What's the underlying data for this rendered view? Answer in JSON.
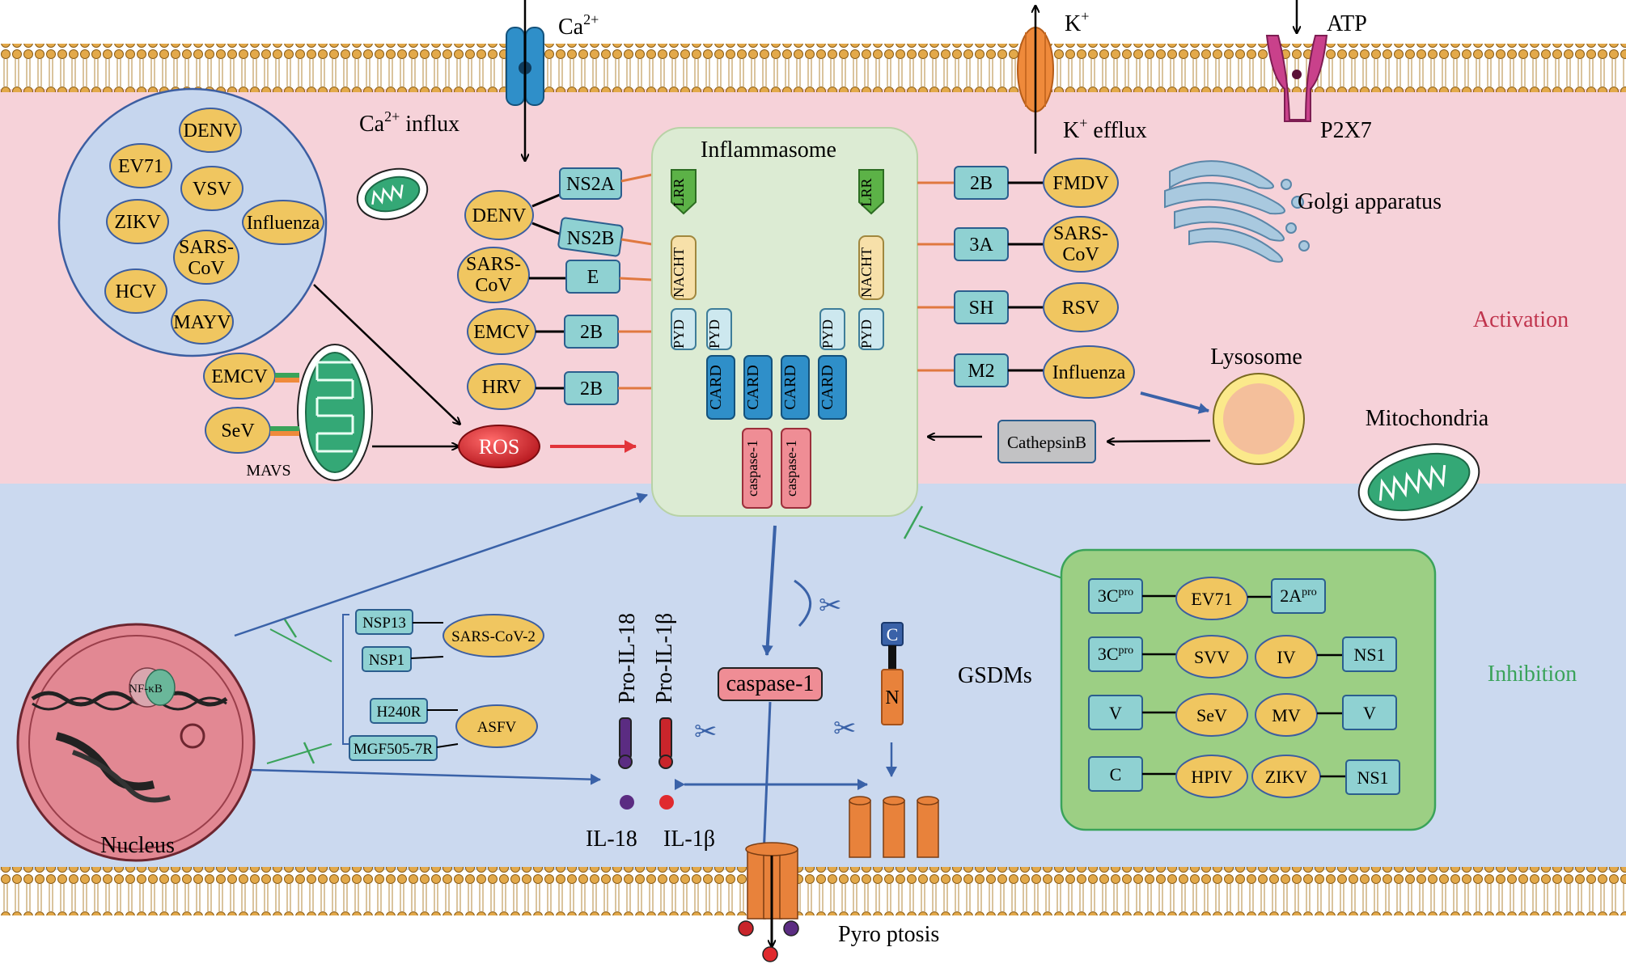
{
  "labels": {
    "ca_ion": "Ca",
    "ca_sup": "2+",
    "ca_influx_prefix": "Ca",
    "ca_influx_sup": "2+",
    "ca_influx_suffix": " influx",
    "k_ion": "K",
    "k_sup": "+",
    "k_efflux_prefix": "K",
    "k_efflux_sup": "+",
    "k_efflux_suffix": " efflux",
    "atp": "ATP",
    "p2x7": "P2X7",
    "inflammasome": "Inflammasome",
    "golgi": "Golgi apparatus",
    "activation": "Activation",
    "lysosome": "Lysosome",
    "mitochondria": "Mitochondria",
    "cathepsinb": "CathepsinB",
    "ros": "ROS",
    "mavs": "MAVS",
    "inhibition": "Inhibition",
    "nucleus": "Nucleus",
    "nfkb": "NF-κB",
    "caspase1_active": "caspase-1",
    "gsdms": "GSDMs",
    "gsd_c": "C",
    "gsd_n": "N",
    "pro_il18": "Pro-IL-18",
    "pro_il1b": "Pro-IL-1β",
    "il18": "IL-18",
    "il1b": "IL-1β",
    "pyroptosis": "Pyro ptosis"
  },
  "virus_circle": [
    "EV71",
    "DENV",
    "VSV",
    "ZIKV",
    "Influenza",
    "SARS-",
    "CoV",
    "HCV",
    "MAYV"
  ],
  "mavs_viruses": [
    "EMCV",
    "SeV"
  ],
  "left_viruses": [
    "DENV",
    "SARS-",
    "CoV",
    "EMCV",
    "HRV"
  ],
  "left_proteins": [
    "NS2A",
    "NS2B",
    "E",
    "2B",
    "2B"
  ],
  "right_proteins": [
    "2B",
    "3A",
    "SH",
    "M2"
  ],
  "right_viruses": [
    "FMDV",
    "SARS-",
    "CoV",
    "RSV",
    "Influenza"
  ],
  "domains": {
    "lrr": "LRR",
    "nacht": "NACHT",
    "pyd": "PYD",
    "card": "CARD",
    "caspase": "caspase-1"
  },
  "sars2_box": {
    "proteins": [
      "NSP13",
      "NSP1"
    ],
    "virus": "SARS-CoV-2"
  },
  "asfv_box": {
    "proteins": [
      "H240R",
      "MGF505-7R"
    ],
    "virus": "ASFV"
  },
  "inhibition_rows": [
    {
      "a": "3C",
      "a_sup": "pro",
      "b": "EV71",
      "c": "2A",
      "c_sup": "pro"
    },
    {
      "a": "3C",
      "a_sup": "pro",
      "b": "SVV",
      "d": "IV",
      "e": "NS1"
    },
    {
      "a": "V",
      "b": "SeV",
      "d": "MV",
      "e": "V"
    },
    {
      "a": "C",
      "b": "HPIV",
      "d": "ZIKV",
      "e": "NS1"
    }
  ],
  "colors": {
    "activation_bg": "#f6d2d9",
    "inhibition_bg": "#cbd9ef",
    "inflammasome_bg": "#dcebd3",
    "virus_fill": "#f0c660",
    "protein_fill": "#8fd1d2",
    "activation_text": "#c0344d",
    "inhibition_text": "#3aa35a",
    "arrow_blue": "#3a62a8"
  }
}
